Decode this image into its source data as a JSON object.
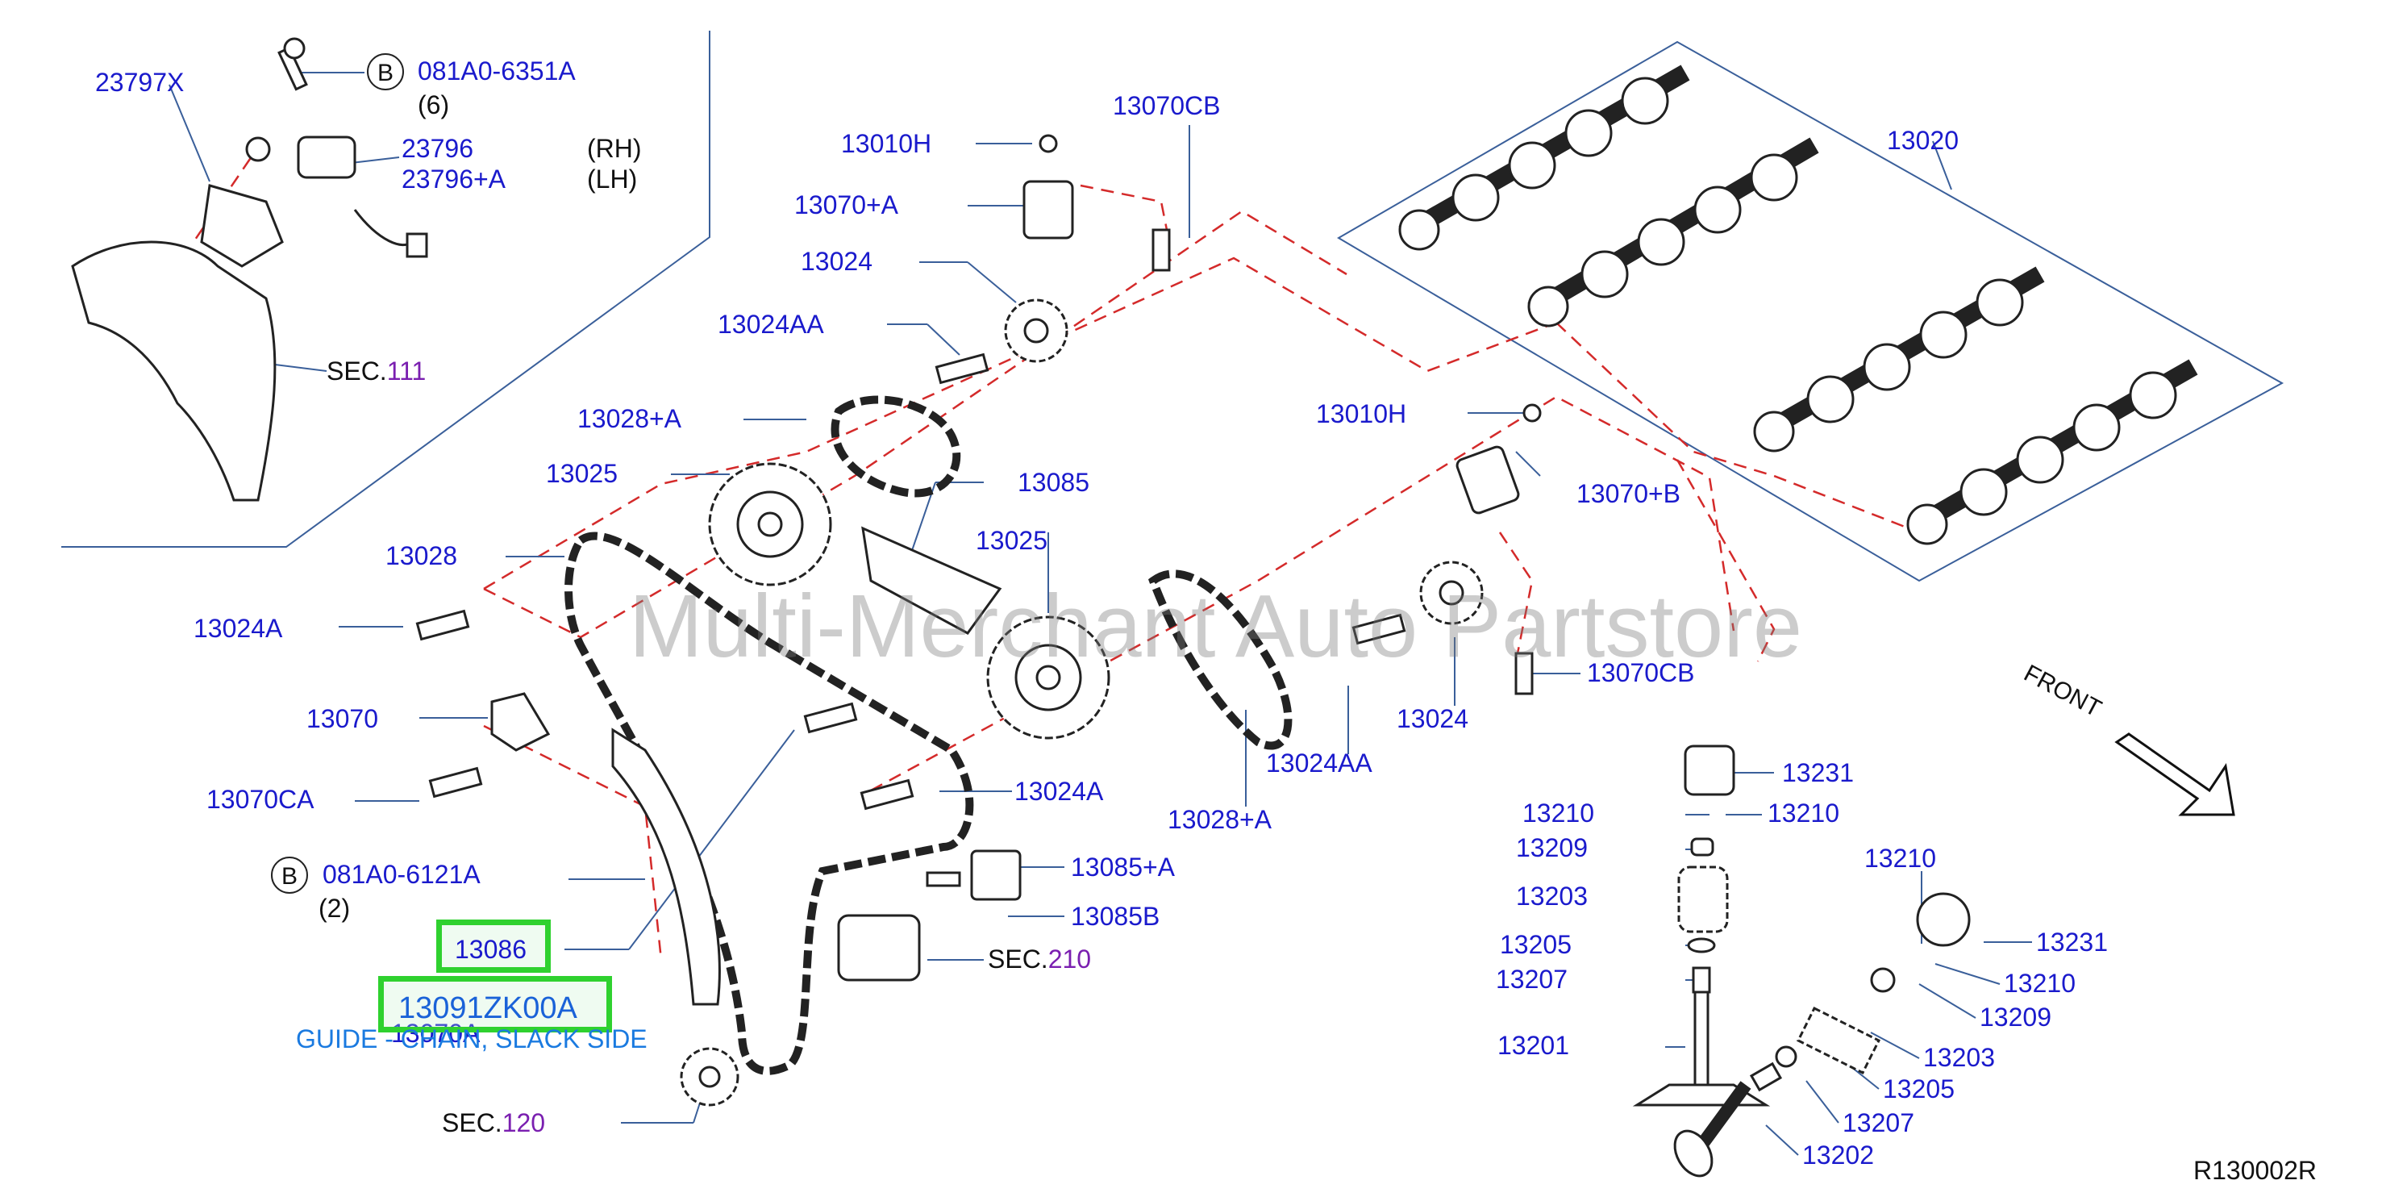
{
  "diagram": {
    "parts": {
      "p23797x": "23797X",
      "bolt_b1": "081A0-6351A",
      "bolt_b1_qty": "(6)",
      "p23796": "23796",
      "p23796a": "23796+A",
      "rh": "(RH)",
      "lh": "(LH)",
      "sec111_prefix": "SEC.",
      "sec111_num": "111",
      "p13010h_top": "13010H",
      "p13070cb_top": "13070CB",
      "p13070a": "13070+A",
      "p13024_top": "13024",
      "p13024aa_top": "13024AA",
      "p13028a_top": "13028+A",
      "p13025_left": "13025",
      "p13028": "13028",
      "p13024a_left": "13024A",
      "p13070": "13070",
      "p13070ca": "13070CA",
      "bolt_b2": "081A0-6121A",
      "bolt_b2_qty": "(2)",
      "p13086": "13086",
      "p13070a_hidden": "13070A",
      "sec120_prefix": "SEC.",
      "sec120_num": "120",
      "p13085": "13085",
      "p13025_mid": "13025",
      "p13024a_mid": "13024A",
      "p13085a": "13085+A",
      "p13085b": "13085B",
      "sec210_prefix": "SEC.",
      "sec210_num": "210",
      "p13028a_bottom": "13028+A",
      "p13024aa_bottom": "13024AA",
      "p13024_right": "13024",
      "p13070cb_right": "13070CB",
      "p13010h_right": "13010H",
      "p13070b": "13070+B",
      "p13020": "13020",
      "p13231_a": "13231",
      "p13210_a": "13210",
      "p13210_b": "13210",
      "p13209_a": "13209",
      "p13203_a": "13203",
      "p13205_a": "13205",
      "p13207_a": "13207",
      "p13201": "13201",
      "p13210_c": "13210",
      "p13231_b": "13231",
      "p13210_d": "13210",
      "p13209_b": "13209",
      "p13203_b": "13203",
      "p13205_b": "13205",
      "p13207_b": "13207",
      "p13202": "13202"
    },
    "circle_marker": "B",
    "highlight": {
      "selected_part": "13091ZK00A",
      "tooltip": "GUIDE - CHAIN, SLACK SIDE",
      "color": "#2fd12f"
    },
    "front_label": "FRONT",
    "reference": "R130002R",
    "watermark": "Multi-Merchant Auto Partstore"
  }
}
